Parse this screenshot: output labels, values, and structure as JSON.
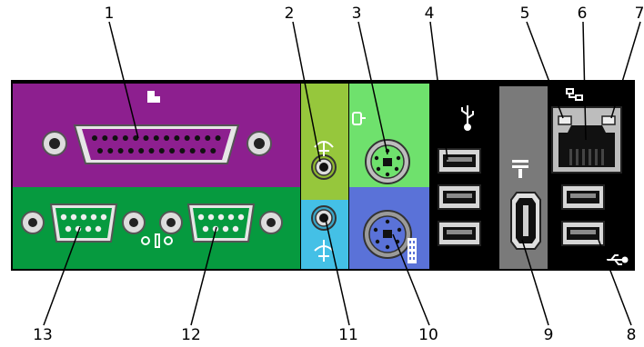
{
  "callouts": [
    {
      "label": "1"
    },
    {
      "label": "2"
    },
    {
      "label": "3"
    },
    {
      "label": "4"
    },
    {
      "label": "5"
    },
    {
      "label": "6"
    },
    {
      "label": "7"
    },
    {
      "label": "8"
    },
    {
      "label": "9"
    },
    {
      "label": "10"
    },
    {
      "label": "11"
    },
    {
      "label": "12"
    },
    {
      "label": "13"
    }
  ],
  "ports": {
    "parallel": {
      "name": "parallel-connector",
      "color": "#8d1f8f"
    },
    "serial_1": {
      "name": "serial-connector-1",
      "color": "#069a3f"
    },
    "serial_2": {
      "name": "serial-connector-2",
      "color": "#069a3f"
    },
    "line_out": {
      "name": "line-out-connector",
      "color": "#96c73c"
    },
    "line_in": {
      "name": "line-in-connector",
      "color": "#44c0e6"
    },
    "mouse": {
      "name": "mouse-connector",
      "color": "#6fe16d"
    },
    "keyboard": {
      "name": "keyboard-connector",
      "color": "#5a72d8"
    },
    "usb_rear": {
      "name": "usb-connectors",
      "color": "#000000"
    },
    "ieee1394": {
      "name": "ieee-1394-connector",
      "color": "#7a7a7a"
    },
    "network": {
      "name": "network-adapter",
      "color": "#000000"
    },
    "usb_lower": {
      "name": "usb-connectors-lower",
      "color": "#000000"
    }
  },
  "icons": {
    "printer": "printer-icon",
    "serial": "serial-port-icon",
    "headphone": "headphone-icon",
    "microphone": "line-in-icon",
    "mouse": "mouse-icon",
    "keyboard": "keyboard-icon",
    "usb": "usb-icon",
    "firewire": "ieee1394-icon",
    "network": "network-icon"
  }
}
